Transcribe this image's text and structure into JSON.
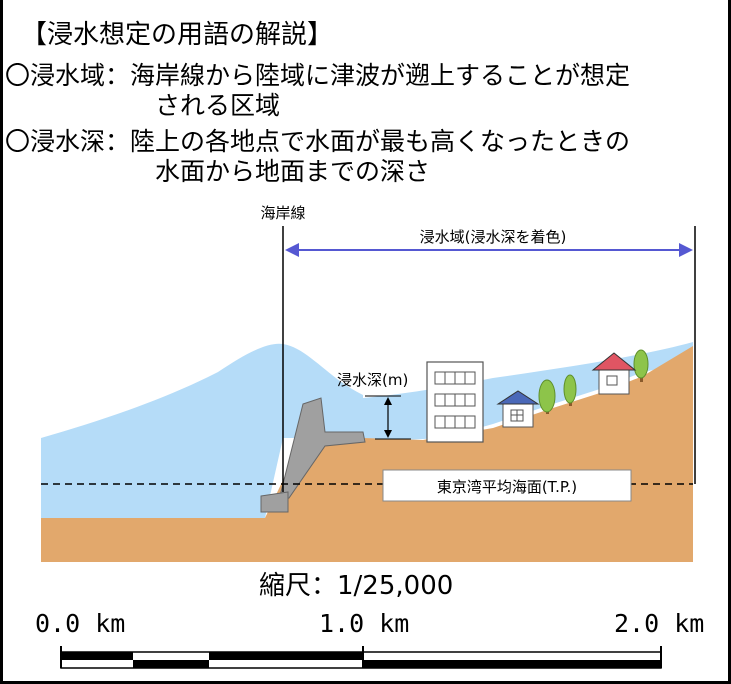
{
  "heading": "【浸水想定の用語の解説】",
  "definitions": [
    {
      "lines": [
        "〇浸水域：海岸線から陸域に津波が遡上することが想定",
        "される区域"
      ]
    },
    {
      "lines": [
        "〇浸水深：陸上の各地点で水面が最も高くなったときの",
        "水面から地面までの深さ"
      ]
    }
  ],
  "diagram": {
    "coastline_label": "海岸線",
    "inundation_area_label": "浸水域(浸水深を着色)",
    "depth_label": "浸水深(m)",
    "datum_label": "東京湾平均海面(T.P.)",
    "colors": {
      "water": "#b5dcf8",
      "ground": "#e2a86c",
      "arrow": "#5558d2",
      "seawall": "#a0a0a0",
      "tree": "#8dc44a",
      "roof_house": "#e05563",
      "roof_small_house": "#4a68b8",
      "building": "#ffffff"
    }
  },
  "scale": {
    "label": "縮尺：1/25,000",
    "ticks": [
      "0.0 km",
      "1.0 km",
      "2.0 km"
    ]
  }
}
